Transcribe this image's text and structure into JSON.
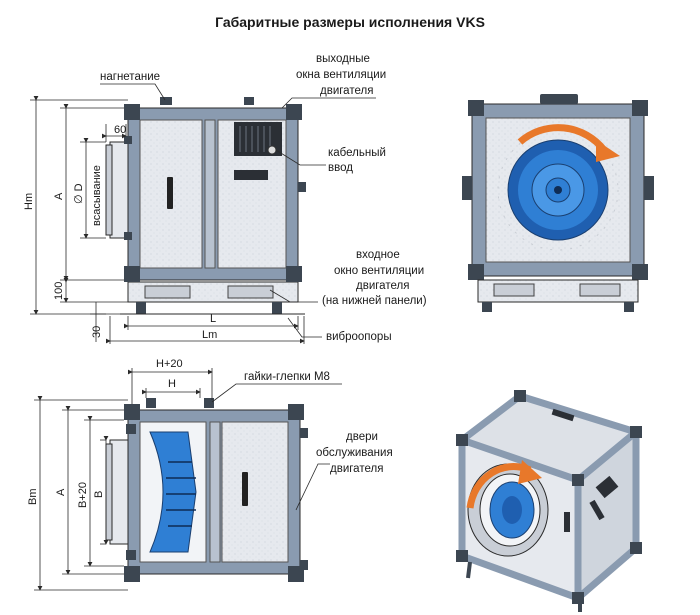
{
  "title": "Габаритные размеры исполнения VKS",
  "labels": {
    "nagnetanie": "нагнетание",
    "vyhodnye_1": "выходные",
    "vyhodnye_2": "окна вентиляции",
    "vyhodnye_3": "двигателя",
    "kabelny_1": "кабельный",
    "kabelny_2": "ввод",
    "vhodnoe_1": "входное",
    "vhodnoe_2": "окно вентиляции",
    "vhodnoe_3": "двигателя",
    "vhodnoe_4": "(на нижней панели)",
    "vibroopory": "виброопоры",
    "gaiki": "гайки-глепки М8",
    "dveri_1": "двери",
    "dveri_2": "обслуживания",
    "dveri_3": "двигателя",
    "vsasyvanie": "всасывание"
  },
  "dims": {
    "d60": "60",
    "dD": "∅ D",
    "dA1": "A",
    "dHm": "Hm",
    "d100": "100",
    "d30": "30",
    "dL": "L",
    "dLm": "Lm",
    "dH20": "H+20",
    "dH": "H",
    "dBm": "Bm",
    "dA2": "A",
    "dB20": "B+20",
    "dB": "B"
  },
  "colors": {
    "frame": "#8a9bb0",
    "panel": "#e6e9ee",
    "corner": "#3c4651",
    "impeller": "#2f7fd4",
    "arrow": "#e8782a",
    "line": "#2a2a2a"
  }
}
